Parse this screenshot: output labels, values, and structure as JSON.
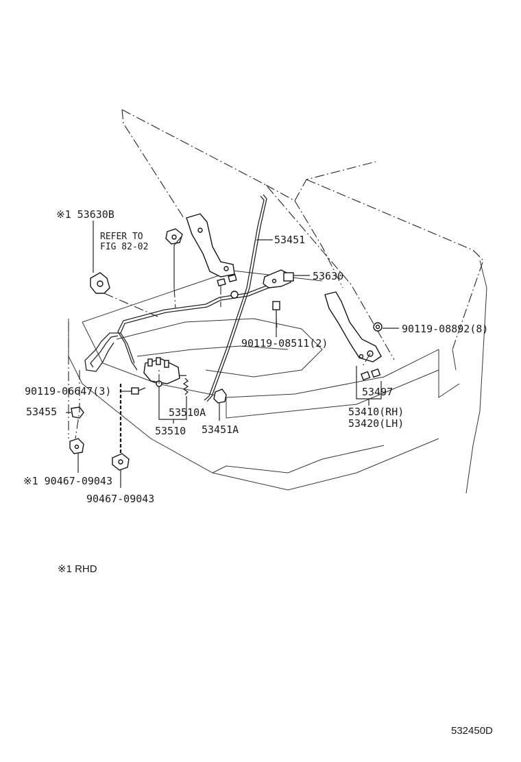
{
  "labels": {
    "rhd_note": "※1 RHD",
    "figure_code": "532450D",
    "p_53630b": "※1 53630B",
    "refer_to": "REFER TO",
    "fig_82_02": "FIG 82-02",
    "p_53451": "53451",
    "p_53630": "53630",
    "p_90119_08511": "90119-08511(2)",
    "p_90119_08892": "90119-08892(8)",
    "p_90119_06647": "90119-06647(3)",
    "p_53455": "53455",
    "p_53510a": "53510A",
    "p_53510": "53510",
    "p_53451a": "53451A",
    "p_53497": "53497",
    "p_53410": "53410(RH)",
    "p_53420": "53420(LH)",
    "p_90467_09043_rhd": "※1 90467-09043",
    "p_90467_09043": "90467-09043"
  }
}
